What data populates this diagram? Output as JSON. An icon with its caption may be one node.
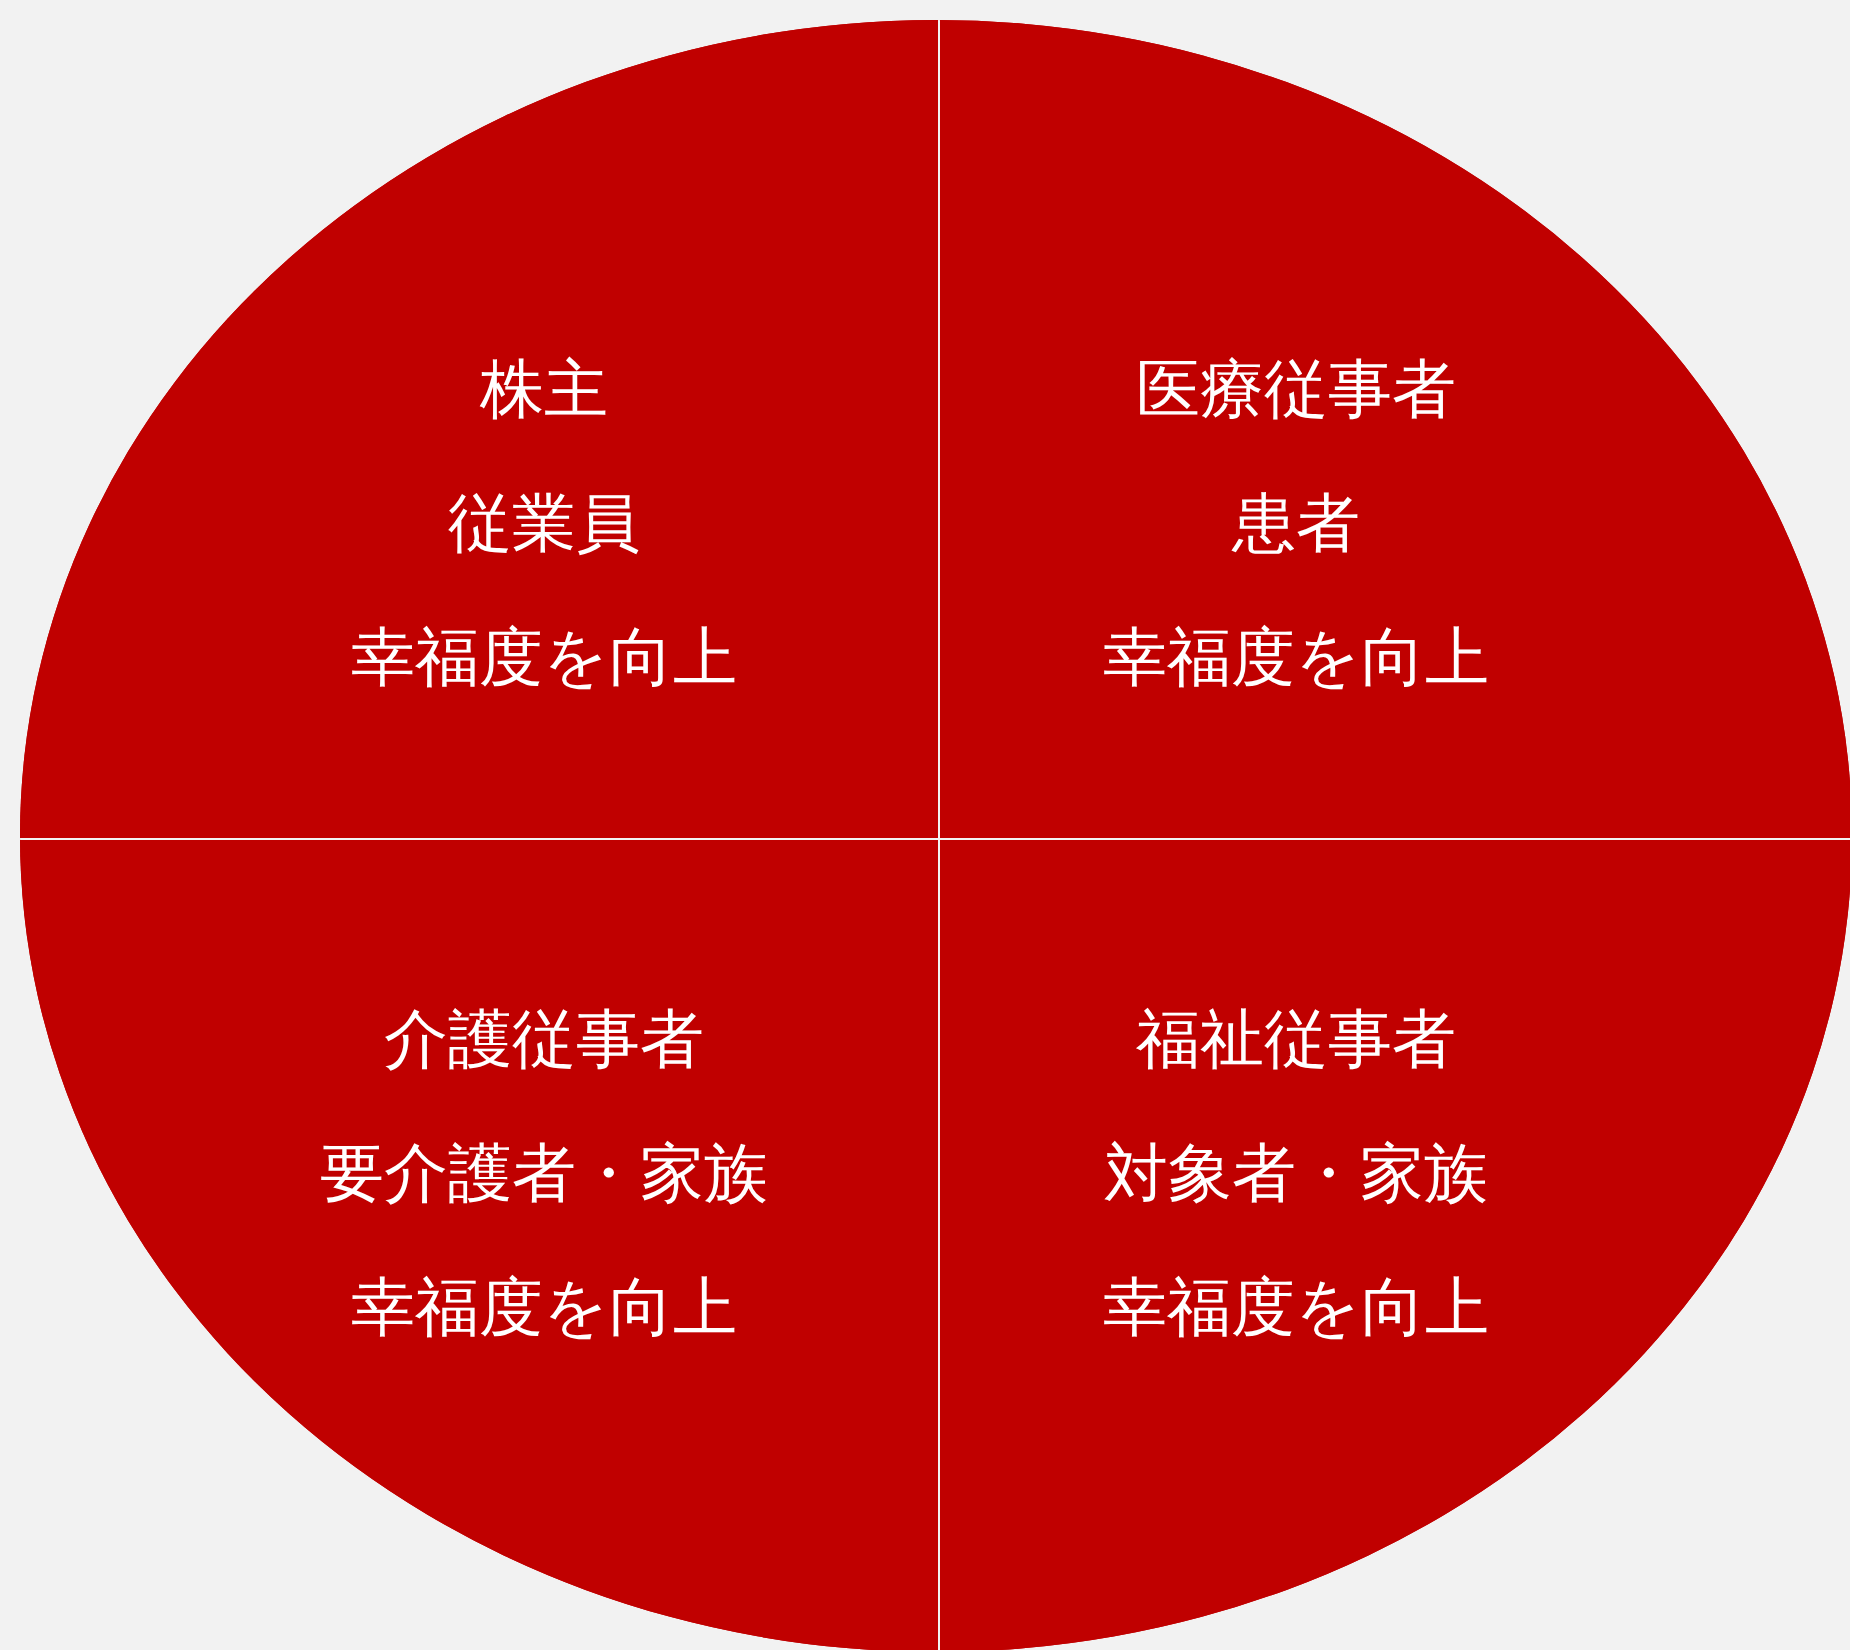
{
  "diagram": {
    "nodes": [
      {
        "text": [
          "株主",
          "従業員",
          "幸福度を向上"
        ]
      },
      {
        "text": [
          "医療従事者",
          "患者",
          "幸福度を向上"
        ]
      },
      {
        "text": [
          "介護従事者",
          "要介護者・家族",
          "幸福度を向上"
        ]
      },
      {
        "text": [
          "福祉従事者",
          "対象者・家族",
          "幸福度を向上"
        ]
      }
    ]
  }
}
